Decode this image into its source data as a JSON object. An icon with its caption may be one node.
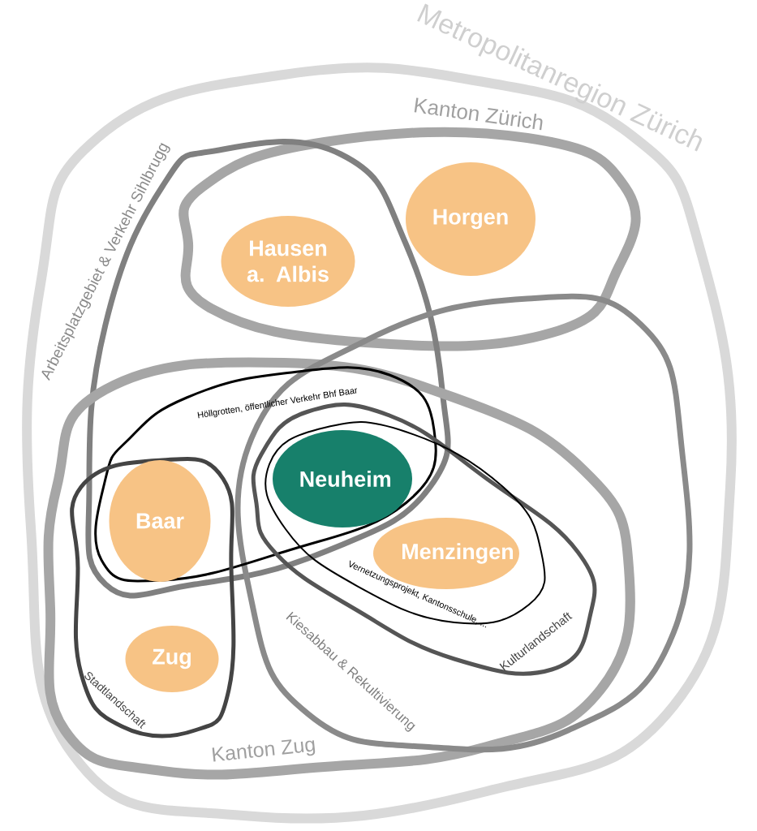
{
  "diagram": {
    "nodes": [
      {
        "text": [
          "Metropolitanregion Zürich"
        ]
      },
      {
        "text": [
          "Kanton Zürich"
        ],
        "in": 0
      },
      {
        "text": [
          "Horgen"
        ],
        "in": 1
      },
      {
        "text": [
          "Arbeitsplatzgebiet & Verkehr Sihlbrugg"
        ],
        "in": 0
      },
      {
        "text": [
          "Hausen a. Albis"
        ]
      },
      {
        "text": [
          "Kanton Zug"
        ],
        "in": 0
      },
      {
        "text": [
          "Kiesabbau & Rekultivierung"
        ],
        "in": 0
      },
      {
        "text": [
          "Höllgrotten, öffentlicher Verkehr Bhf Baar"
        ]
      },
      {
        "text": [
          "Kulturlandschaft"
        ]
      },
      {
        "text": [
          "Vernetzungsprojekt, Kantonsschule, ..."
        ],
        "in": 8
      },
      {
        "text": [
          "Neuheim"
        ]
      },
      {
        "text": [
          "Baar"
        ]
      },
      {
        "text": [
          "Stadtlandschaft"
        ],
        "in": 5
      },
      {
        "text": [
          "Menzingen"
        ],
        "in": 9
      },
      {
        "text": [
          "Zug"
        ],
        "in": 12
      }
    ]
  }
}
